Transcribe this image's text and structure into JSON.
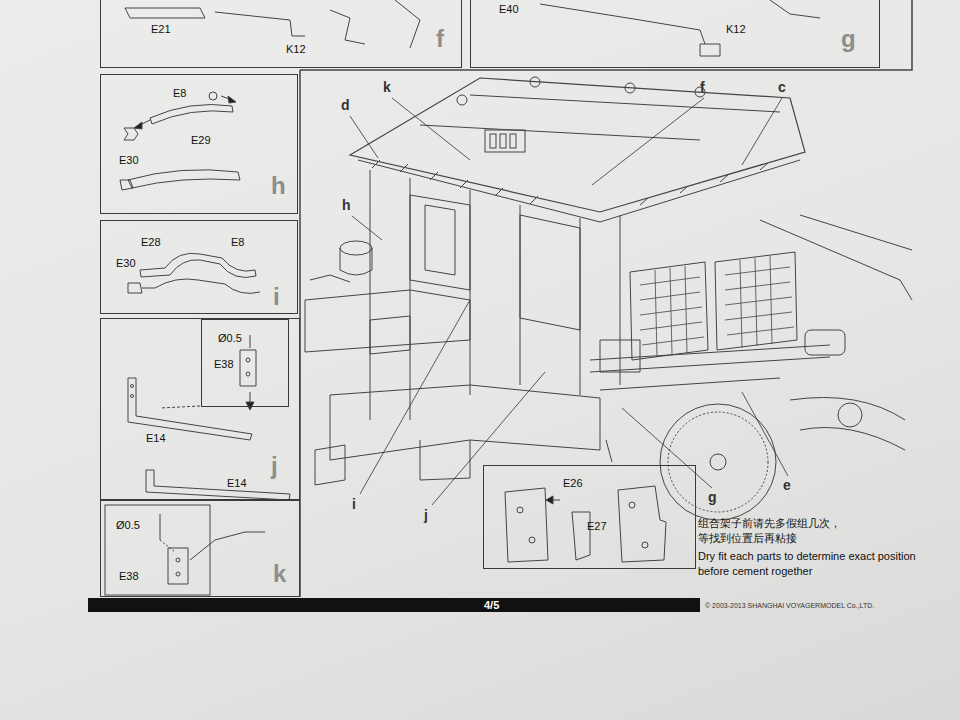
{
  "diagram": {
    "nodes": [
      {
        "text": [
          "E21",
          "K12",
          "f"
        ]
      },
      {
        "text": [
          "E40",
          "K12",
          "g"
        ]
      },
      {
        "text": [
          "E8",
          "E29",
          "E30",
          "h"
        ]
      },
      {
        "text": [
          "E28",
          "E8",
          "E30",
          "i"
        ]
      },
      {
        "text": [
          "E14",
          "E14",
          "j"
        ]
      },
      {
        "text": [
          "Ø0.5",
          "E38"
        ],
        "in": 4
      },
      {
        "text": [
          "Ø0.5",
          "E38",
          "k"
        ]
      },
      {
        "text": [
          "E26",
          "E27"
        ]
      }
    ],
    "labels": [
      "d",
      "k",
      "f",
      "c",
      "h",
      "i",
      "j",
      "g",
      "e",
      "组合架子前请先多假组几次，",
      "等找到位置后再粘接",
      "Dry fit each parts to determine exact position before cement rogether",
      "4/5",
      "© 2003-2013 SHANGHAI VOYAGERMODEL Co.,LTD."
    ]
  }
}
